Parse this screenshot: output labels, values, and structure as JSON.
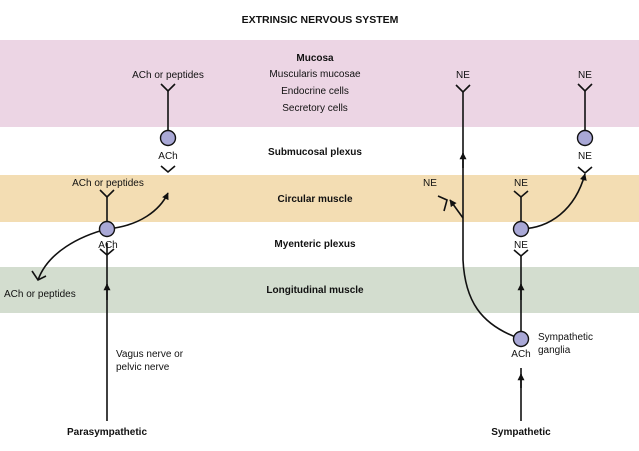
{
  "title": "EXTRINSIC NERVOUS SYSTEM",
  "colors": {
    "mucosa": "#ecd5e4",
    "circular_muscle": "#f3ddb3",
    "longitudinal_muscle": "#d3ddcf",
    "neuron_fill": "#a9a8d6",
    "line": "#111111"
  },
  "layers": {
    "mucosa": {
      "title": "Mucosa",
      "lines": [
        "Muscularis mucosae",
        "Endocrine cells",
        "Secretory cells"
      ]
    },
    "submucosal_plexus": "Submucosal plexus",
    "circular_muscle": "Circular muscle",
    "myenteric_plexus": "Myenteric plexus",
    "longitudinal_muscle": "Longitudinal muscle"
  },
  "parasympathetic": {
    "title": "Parasympathetic",
    "nerve_label": [
      "Vagus nerve or",
      "pelvic nerve"
    ],
    "labels": {
      "mucosa_target": "ACh or peptides",
      "submucosal_ach": "ACh",
      "circular_target": "ACh or peptides",
      "myenteric_ach": "ACh",
      "longitudinal_target": "ACh or peptides"
    }
  },
  "sympathetic": {
    "title": "Sympathetic",
    "ganglia_label": [
      "Sympathetic",
      "ganglia"
    ],
    "labels": {
      "ganglion_ach": "ACh",
      "mucosa_ne_left": "NE",
      "mucosa_ne_right": "NE",
      "submucosal_ne": "NE",
      "circular_ne_left": "NE",
      "circular_ne_mid": "NE",
      "myenteric_ne": "NE"
    }
  }
}
